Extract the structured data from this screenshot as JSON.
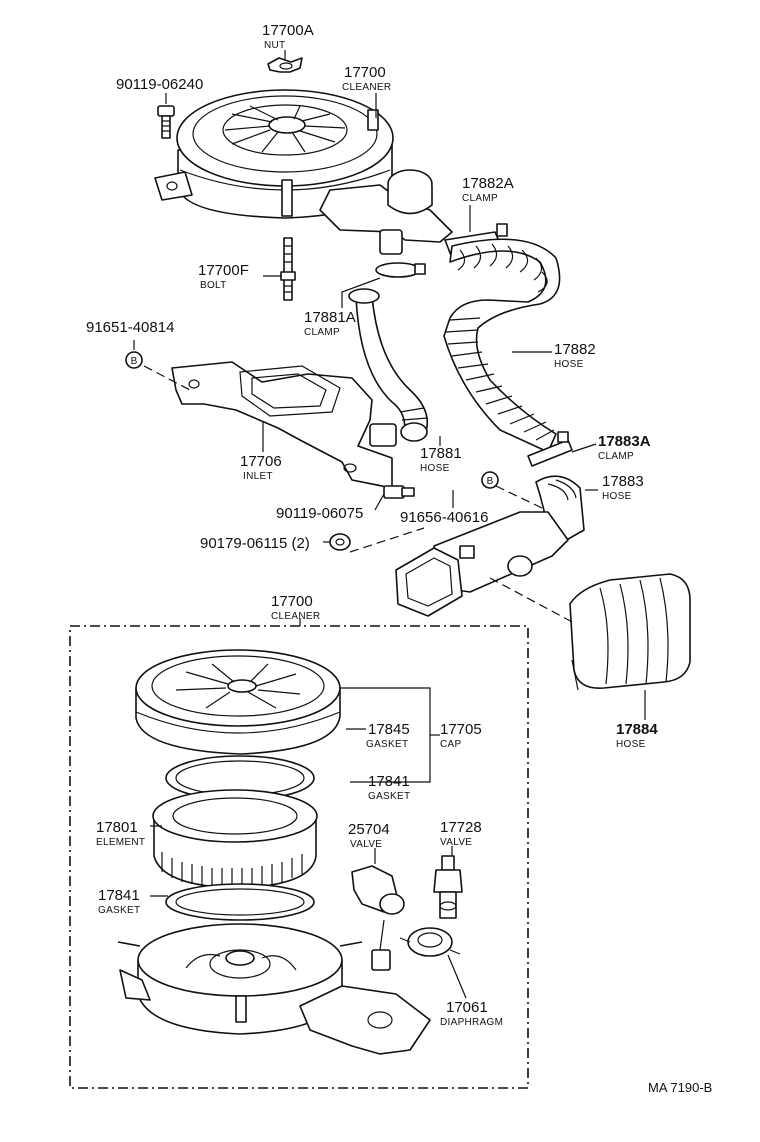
{
  "parts": {
    "nut_top": {
      "number": "17700A",
      "name": "NUT"
    },
    "cleaner_top": {
      "number": "17700",
      "name": "CLEANER"
    },
    "bolt_90119_06240": {
      "number": "90119-06240"
    },
    "clamp_17882a": {
      "number": "17882A",
      "name": "CLAMP"
    },
    "bolt_17700f": {
      "number": "17700F",
      "name": "BOLT"
    },
    "clamp_17881a": {
      "number": "17881A",
      "name": "CLAMP"
    },
    "bolt_91651_40814": {
      "number": "91651-40814"
    },
    "hose_17882": {
      "number": "17882",
      "name": "HOSE"
    },
    "clamp_17883a": {
      "number": "17883A",
      "name": "CLAMP"
    },
    "inlet_17706": {
      "number": "17706",
      "name": "INLET"
    },
    "hose_17881": {
      "number": "17881",
      "name": "HOSE"
    },
    "hose_17883": {
      "number": "17883",
      "name": "HOSE"
    },
    "bolt_90119_06075": {
      "number": "90119-06075"
    },
    "bolt_91656_40616": {
      "number": "91656-40616"
    },
    "nut_90179_06115": {
      "number": "90179-06115 (2)"
    },
    "cleaner_exploded": {
      "number": "17700",
      "name": "CLEANER"
    },
    "hose_17884": {
      "number": "17884",
      "name": "HOSE"
    },
    "gasket_17845": {
      "number": "17845",
      "name": "GASKET"
    },
    "cap_17705": {
      "number": "17705",
      "name": "CAP"
    },
    "gasket_17841_upper": {
      "number": "17841",
      "name": "GASKET"
    },
    "element_17801": {
      "number": "17801",
      "name": "ELEMENT"
    },
    "valve_25704": {
      "number": "25704",
      "name": "VALVE"
    },
    "valve_17728": {
      "number": "17728",
      "name": "VALVE"
    },
    "gasket_17841_lower": {
      "number": "17841",
      "name": "GASKET"
    },
    "diaphragm_17061": {
      "number": "17061",
      "name": "DIAPHRAGM"
    }
  },
  "markers": {
    "b": "B"
  },
  "reference": "MA 7190-B"
}
